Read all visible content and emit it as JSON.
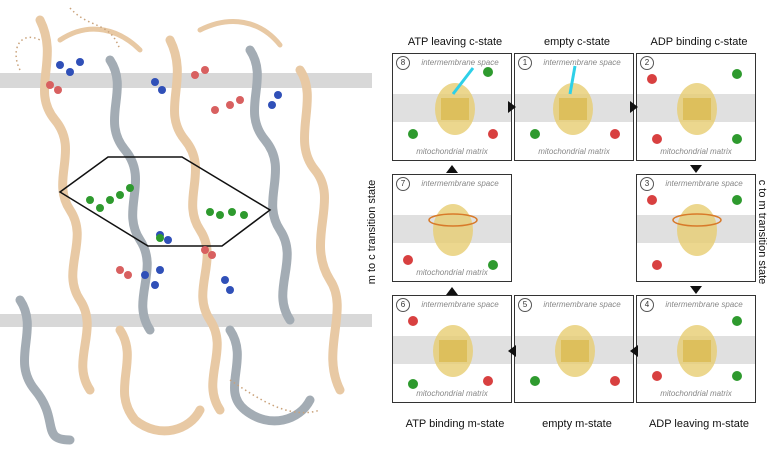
{
  "panel_labels": {
    "intermembrane": "intermembrane space",
    "matrix": "mitochondrial matrix"
  },
  "states": {
    "s8": {
      "num": "8",
      "title": "ATP leaving c-state"
    },
    "s1": {
      "num": "1",
      "title": "empty c-state"
    },
    "s2": {
      "num": "2",
      "title": "ADP binding c-state"
    },
    "s3": {
      "num": "3",
      "title": "c to m transition state"
    },
    "s4": {
      "num": "4",
      "title": "ADP leaving m-state"
    },
    "s5": {
      "num": "5",
      "title": "empty m-state"
    },
    "s6": {
      "num": "6",
      "title": "ATP binding m-state"
    },
    "s7": {
      "num": "7",
      "title": "m to c transition state"
    }
  },
  "colors": {
    "membrane": "#dcdcdc",
    "helix_tan": "#e8c9a4",
    "helix_grey": "#9aa4ae",
    "residue_blue": "#3050b8",
    "residue_red": "#d86060",
    "residue_green": "#2e9a2e",
    "carrier_gold": "#d9b84a"
  }
}
